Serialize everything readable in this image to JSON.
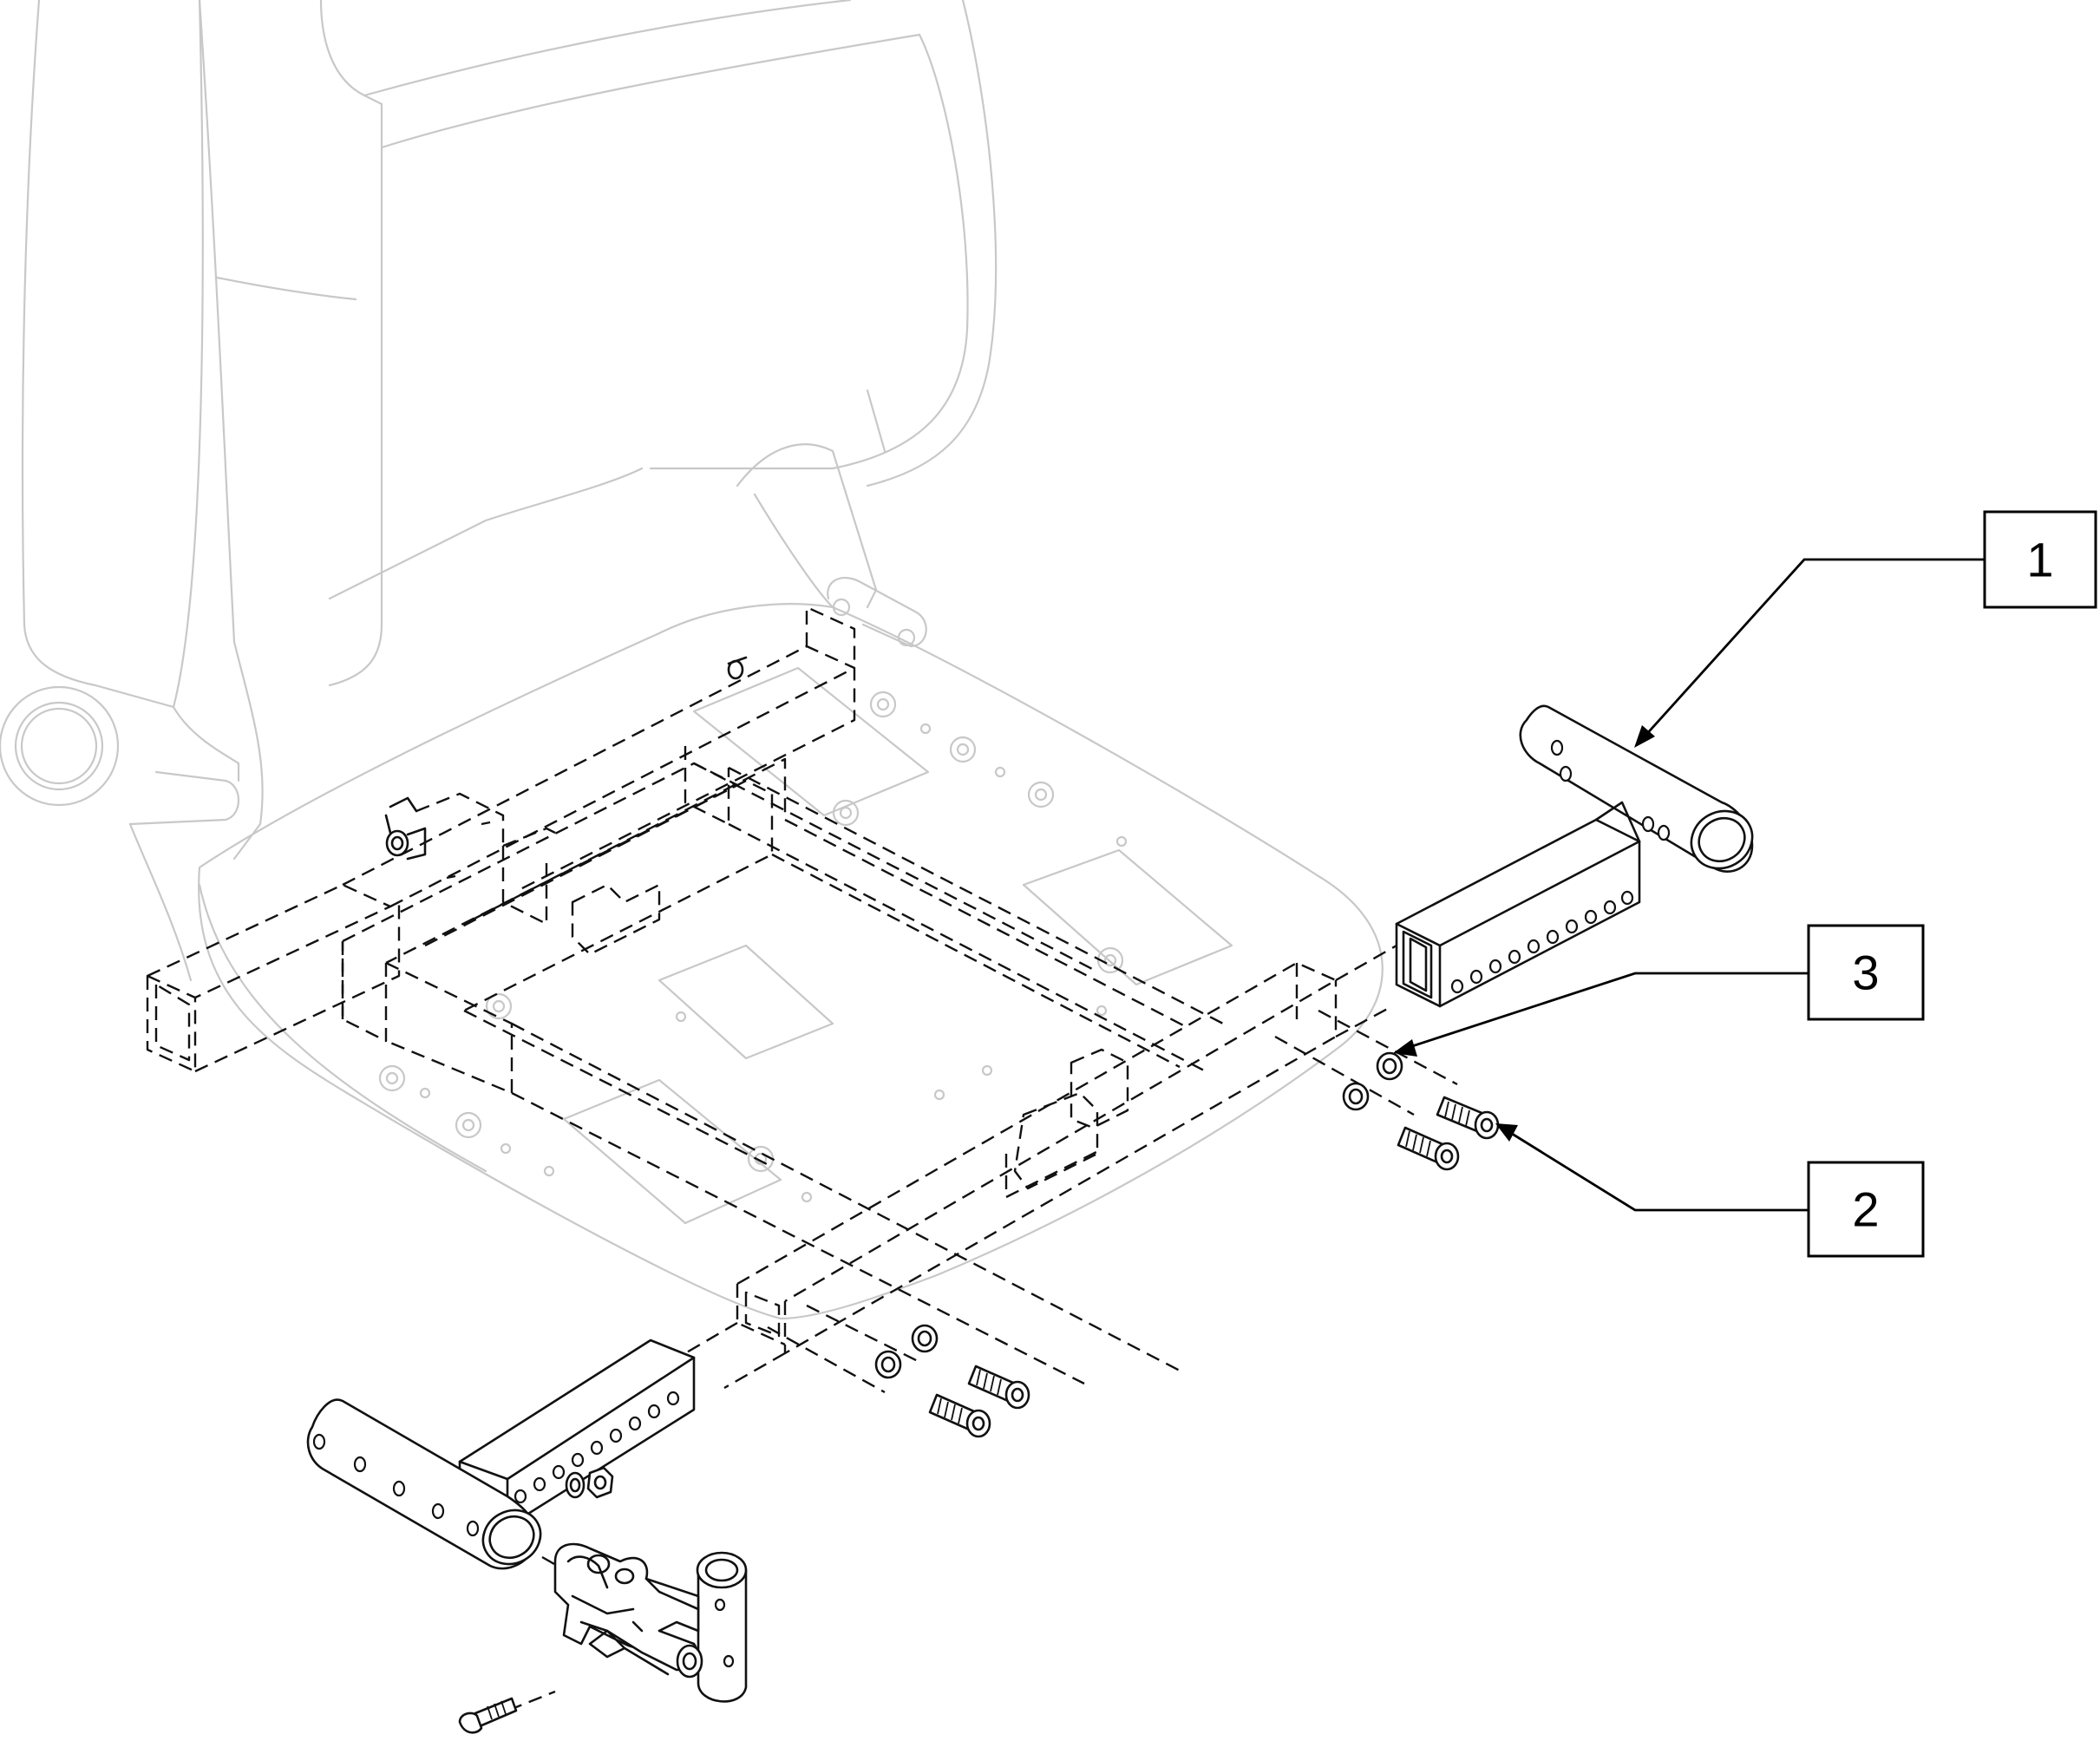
{
  "diagram": {
    "callouts": [
      {
        "label": "1",
        "part": "frame-tube-crossbar"
      },
      {
        "label": "3",
        "part": "washer"
      },
      {
        "label": "2",
        "part": "socket-head-screw"
      }
    ]
  }
}
